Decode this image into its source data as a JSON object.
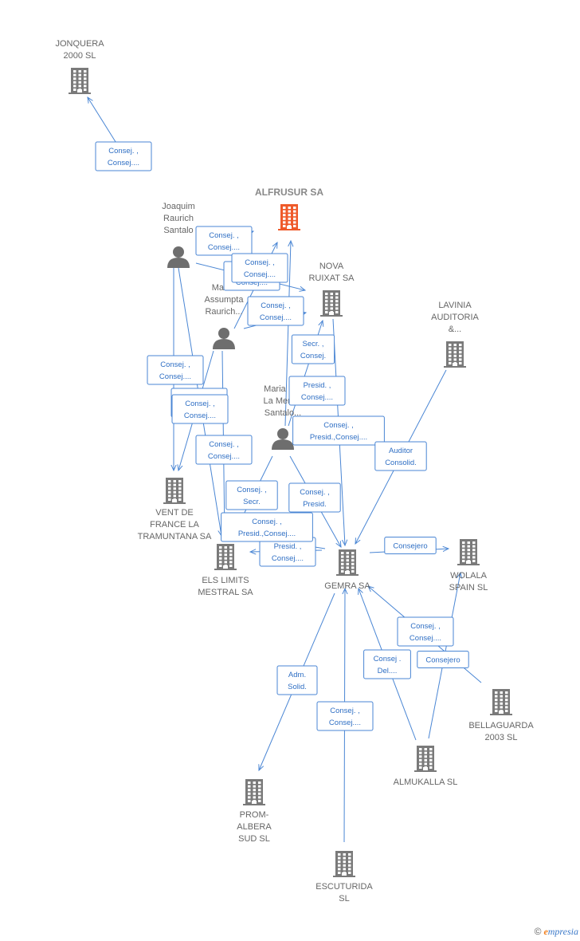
{
  "colors": {
    "edge": "#4a86d4",
    "company": "#7a7a7a",
    "highlight": "#ef5a2a",
    "person": "#6e6e6e"
  },
  "nodes": [
    {
      "id": "alfrusur",
      "type": "company",
      "highlight": true,
      "lines": [
        "ALFRUSUR SA"
      ]
    },
    {
      "id": "jonquera",
      "type": "company",
      "lines": [
        "JONQUERA",
        "2000 SL"
      ]
    },
    {
      "id": "joaquim",
      "type": "person",
      "lines": [
        "Joaquim",
        "Raurich",
        "Santalo"
      ]
    },
    {
      "id": "maria_a",
      "type": "person",
      "lines": [
        "Mari...",
        "Assumpta",
        "Raurich..."
      ]
    },
    {
      "id": "maria_d",
      "type": "person",
      "lines": [
        "Maria D...",
        "La Merc...",
        "Santalo..."
      ]
    },
    {
      "id": "nova",
      "type": "company",
      "lines": [
        "NOVA",
        "RUIXAT SA"
      ]
    },
    {
      "id": "lavinia",
      "type": "company",
      "lines": [
        "LAVINIA",
        "AUDITORIA",
        "&..."
      ]
    },
    {
      "id": "vent",
      "type": "company",
      "lines": [
        "VENT DE",
        "FRANCE LA",
        "TRAMUNTANA SA"
      ]
    },
    {
      "id": "limits",
      "type": "company",
      "lines": [
        "ELS LIMITS",
        "MESTRAL SA"
      ]
    },
    {
      "id": "gemra",
      "type": "company",
      "lines": [
        "GEMRA SA"
      ]
    },
    {
      "id": "wolala",
      "type": "company",
      "lines": [
        "WOLALA",
        "SPAIN SL"
      ]
    },
    {
      "id": "bellaguarda",
      "type": "company",
      "lines": [
        "BELLAGUARDA",
        "2003 SL"
      ]
    },
    {
      "id": "almukalla",
      "type": "company",
      "lines": [
        "ALMUKALLA SL"
      ]
    },
    {
      "id": "prom",
      "type": "company",
      "lines": [
        "PROM-",
        "ALBERA",
        "SUD SL"
      ]
    },
    {
      "id": "escuturida",
      "type": "company",
      "lines": [
        "ESCUTURIDA",
        "SL"
      ]
    }
  ],
  "edges": [
    {
      "from": "joaquim",
      "to": "jonquera",
      "lines": [
        "Consej. ,",
        "Consej...."
      ]
    },
    {
      "from": "joaquim",
      "to": "alfrusur",
      "lines": [
        "Consej. ,",
        "Consej...."
      ]
    },
    {
      "from": "joaquim",
      "to": "nova",
      "lines": [
        "Consej. ,",
        "Consej...."
      ]
    },
    {
      "from": "joaquim",
      "to": "vent",
      "lines": [
        "Consej. ,",
        "Consej...."
      ]
    },
    {
      "from": "joaquim",
      "to": "limits",
      "lines": [
        "Consej. ,",
        "Consej...."
      ]
    },
    {
      "from": "maria_a",
      "to": "alfrusur",
      "lines": [
        "Consej. ,",
        "Consej...."
      ]
    },
    {
      "from": "maria_a",
      "to": "nova",
      "lines": [
        "Consej. ,",
        "Consej...."
      ]
    },
    {
      "from": "maria_a",
      "to": "vent",
      "lines": [
        "Consej. ,",
        "Consej...."
      ]
    },
    {
      "from": "maria_a",
      "to": "limits",
      "lines": [
        "Consej. ,",
        "Consej...."
      ]
    },
    {
      "from": "maria_d",
      "to": "alfrusur",
      "lines": [
        "Secr. ,",
        "Consej."
      ]
    },
    {
      "from": "maria_d",
      "to": "nova",
      "lines": [
        "Presid. ,",
        "Consej...."
      ]
    },
    {
      "from": "maria_d",
      "to": "limits",
      "lines": [
        "Consej. ,",
        "Secr."
      ]
    },
    {
      "from": "maria_d",
      "to": "gemra",
      "lines": [
        "Consej. ,",
        "Presid."
      ]
    },
    {
      "from": "nova",
      "to": "gemra",
      "lines": [
        "Consej. ,",
        "Presid.,Consej...."
      ]
    },
    {
      "from": "lavinia",
      "to": "gemra",
      "lines": [
        "Auditor",
        "Consolid."
      ]
    },
    {
      "from": "gemra",
      "to": "limits",
      "lines": [
        "Presid. ,",
        "Consej...."
      ]
    },
    {
      "from": "gemra",
      "to": "wolala",
      "lines": [
        "Consejero"
      ]
    },
    {
      "from": "bellaguarda",
      "to": "gemra",
      "lines": [
        "Consej. ,",
        "Consej...."
      ]
    },
    {
      "from": "almukalla",
      "to": "gemra",
      "lines": [
        "Consej .",
        "Del...."
      ]
    },
    {
      "from": "almukalla",
      "to": "wolala",
      "lines": [
        "Consejero"
      ]
    },
    {
      "from": "gemra",
      "to": "prom",
      "lines": [
        "Adm.",
        "Solid."
      ]
    },
    {
      "from": "escuturida",
      "to": "gemra",
      "lines": [
        "Consej. ,",
        "Consej...."
      ]
    },
    {
      "from": "gemra",
      "to": "limits",
      "lines": [
        "Consej. ,",
        "Presid.,Consej...."
      ]
    }
  ],
  "footer": {
    "copyright": "©",
    "brand_initial": "e",
    "brand_rest": "mpresia"
  }
}
